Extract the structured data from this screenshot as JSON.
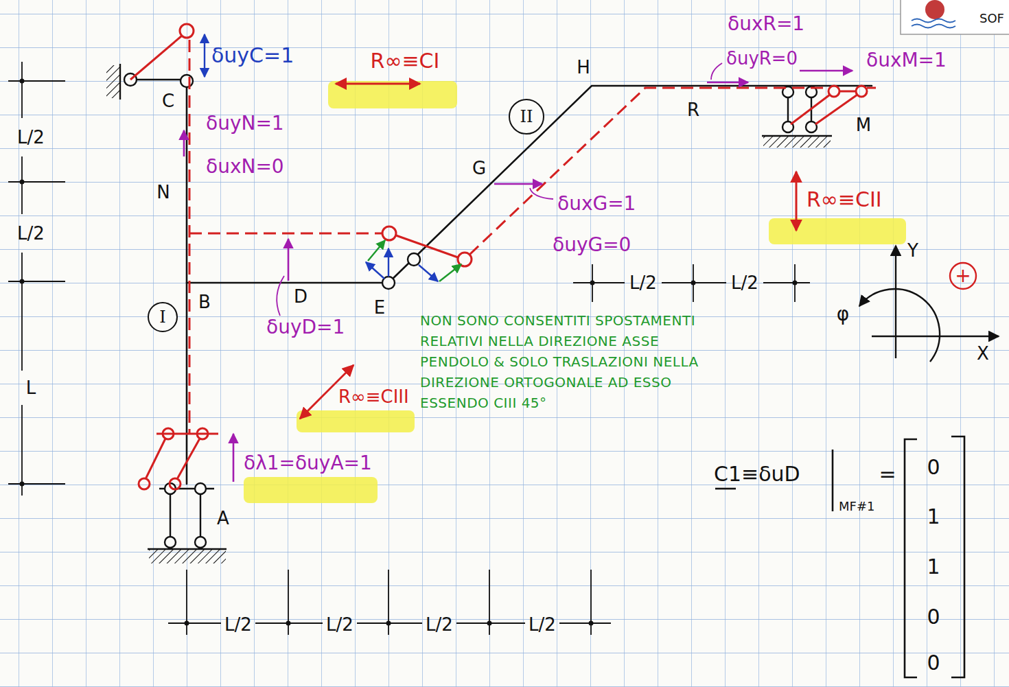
{
  "diagram": {
    "nodes": [
      {
        "text": [
          "I"
        ]
      },
      {
        "text": [
          "II"
        ]
      }
    ],
    "labels": [
      "δuyC=1",
      "C",
      "R∞≡CI",
      "H",
      "δuxR=1",
      "δuyR=0",
      "δuxM=1",
      "R",
      "M",
      "G",
      "δuyN=1",
      "δuxN=0",
      "N",
      "L/2",
      "L/2",
      "L",
      "δuxG=1",
      "δuyG=0",
      "R∞≡CII",
      "Y",
      "X",
      "φ",
      "+",
      "B",
      "D",
      "E",
      "δuyD=1",
      "NON SONO CONSENTITI SPOSTAMENTI RELATIVI NELLA DIREZIONE ASSE PENDOLO & SOLO TRASLAZIONI NELLA DIREZIONE ORTOGONALE AD ESSO ESSENDO CIII 45°",
      "R∞≡CIII",
      "L/2",
      "L/2",
      "δλ1=δuyA=1",
      "A",
      "L/2",
      "L/2",
      "L/2",
      "L/2",
      "C1≡δuD",
      "MF#1",
      "=",
      "0",
      "1",
      "1",
      "0",
      "0",
      "SOF"
    ]
  }
}
